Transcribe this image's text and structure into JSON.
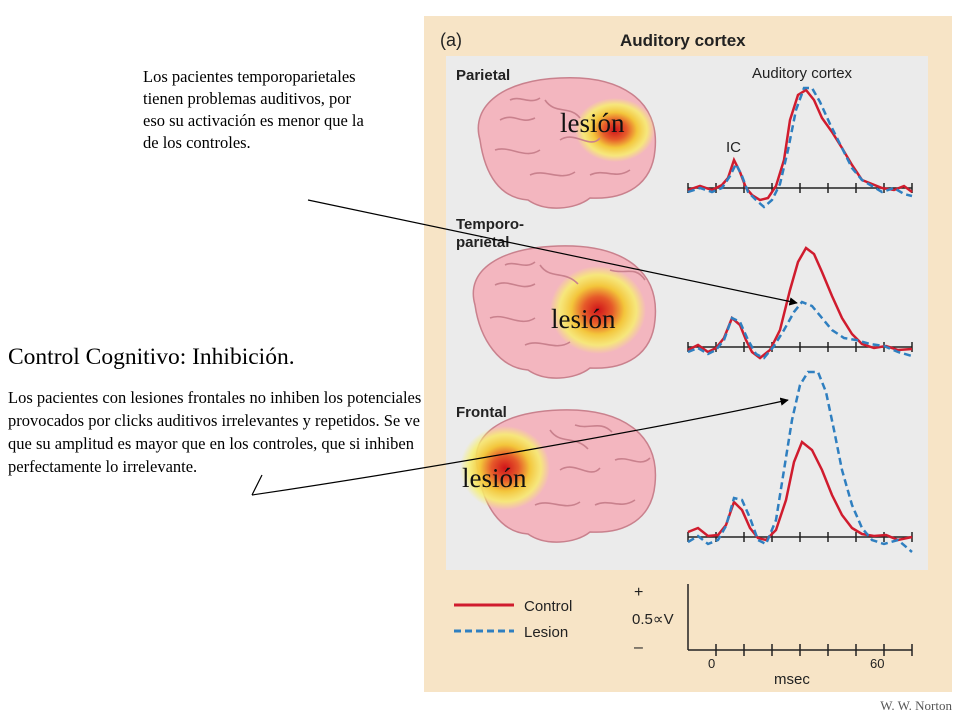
{
  "figure": {
    "label": "(a)",
    "title": "Auditory cortex",
    "panel_colors": {
      "frame": "#f7e4c6",
      "panel": "#ebebeb",
      "control": "#d01c2e",
      "lesion": "#2f7fc0",
      "brain": "#f3b6bf",
      "lesion_core": "#e0201d",
      "lesion_halo": "#f7ef58"
    },
    "rows": [
      {
        "name": "Parietal",
        "lesion_label": "lesión"
      },
      {
        "name_line1": "Temporo-",
        "name_line2": "parietal",
        "lesion_label": "lesión"
      },
      {
        "name": "Frontal",
        "lesion_label": "lesión"
      }
    ],
    "trace_annotations": {
      "cortex": "Auditory cortex",
      "ic": "IC"
    },
    "legend": {
      "control": "Control",
      "lesion": "Lesion",
      "scale_plus": "+",
      "scale_minus": "–",
      "scale_value": "0.5∝V",
      "x_start": "0",
      "x_end": "60",
      "x_unit": "msec"
    }
  },
  "notes": {
    "top": "Los pacientes temporoparietales tienen problemas auditivos, por eso su activación es menor que la de los controles.",
    "control_title": "Control Cognitivo: Inhibición.",
    "control_body": "Los pacientes con lesiones frontales no inhiben los potenciales provocados por clicks auditivos irrelevantes y repetidos. Se ve que su amplitud es mayor que en los controles, que si inhiben perfectamente lo irrelevante."
  },
  "credit": "W. W. Norton"
}
